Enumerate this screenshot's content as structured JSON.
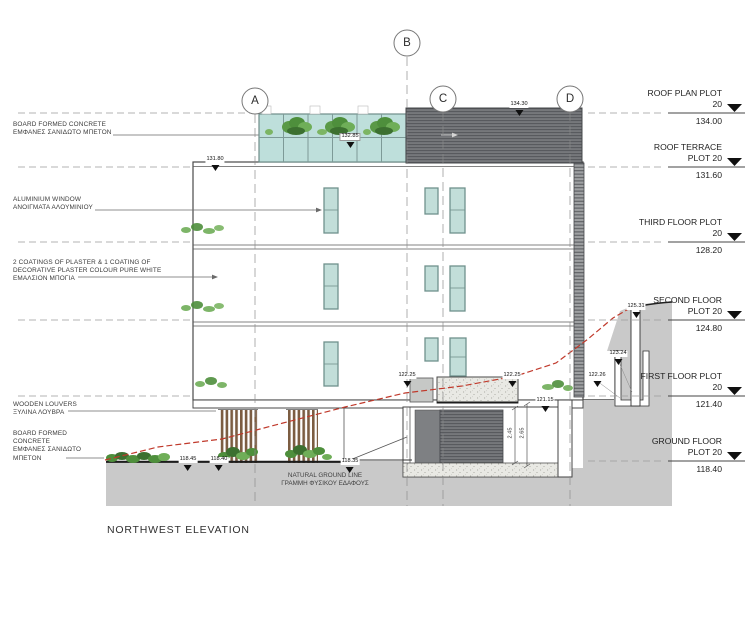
{
  "title": "NORTHWEST ELEVATION",
  "grid": {
    "a": "A",
    "b": "B",
    "c": "C",
    "d": "D"
  },
  "levels": [
    {
      "line1": "ROOF PLAN PLOT",
      "line2": "20",
      "value": "134.00"
    },
    {
      "line1": "ROOF TERRACE",
      "line2": "PLOT 20",
      "value": "131.60"
    },
    {
      "line1": "THIRD FLOOR PLOT",
      "line2": "20",
      "value": "128.20"
    },
    {
      "line1": "SECOND FLOOR",
      "line2": "PLOT 20",
      "value": "124.80"
    },
    {
      "line1": "FIRST FLOOR PLOT",
      "line2": "20",
      "value": "121.40"
    },
    {
      "line1": "GROUND FLOOR",
      "line2": "PLOT 20",
      "value": "118.40"
    }
  ],
  "annotations": [
    {
      "lines": [
        "BOARD FORMED CONCRETE",
        "ΕΜΦΑΝΕΣ ΣΑΝΙΔΩΤΟ ΜΠΕΤΟΝ"
      ]
    },
    {
      "lines": [
        "ALUMINIUM WINDOW",
        "ΑΝΟΙΓΜΑΤΑ ΑΛΟΥΜΙΝΙΟΥ"
      ]
    },
    {
      "lines": [
        "2 COATINGS OF PLASTER & 1 COATING OF",
        "DECORATIVE PLASTER COLOUR PURE WHITE",
        "ΕΜΑΛΣΙΟΝ ΜΠΟΓΙΑ"
      ]
    },
    {
      "lines": [
        "WOODEN LOUVERS",
        "ΞΥΛΙΝΑ ΛΟΥΒΡΑ"
      ]
    },
    {
      "lines": [
        "BOARD FORMED",
        "CONCRETE",
        "ΕΜΦΑΝΕΣ ΣΑΝΙΔΩΤΟ",
        "ΜΠΕΤΟΝ"
      ]
    }
  ],
  "spots": [
    {
      "v": "134.30"
    },
    {
      "v": "132.85"
    },
    {
      "v": "131.80"
    },
    {
      "v": "125.31"
    },
    {
      "v": "123.24"
    },
    {
      "v": "122.25"
    },
    {
      "v": "122.25"
    },
    {
      "v": "122.26"
    },
    {
      "v": "121.15"
    },
    {
      "v": "118.45"
    },
    {
      "v": "118.40"
    },
    {
      "v": "118.35"
    }
  ],
  "dimensions": {
    "d1": "2.45",
    "d2": "2.65"
  },
  "ground_line_label": {
    "en": "NATURAL GROUND LINE",
    "gr": "ΓΡΑΜΜΗ ΦΥΣΙΚΟΥ ΕΔΑΦΟΥΣ"
  },
  "colors": {
    "glazing_teal": "#bedfdb",
    "screen_gray": "#76787b",
    "terrain_gray": "#c9c9c9",
    "louver_brown": "#7c5d42",
    "ground_line_red": "#c0392b",
    "plant_green": "#5a9947"
  }
}
